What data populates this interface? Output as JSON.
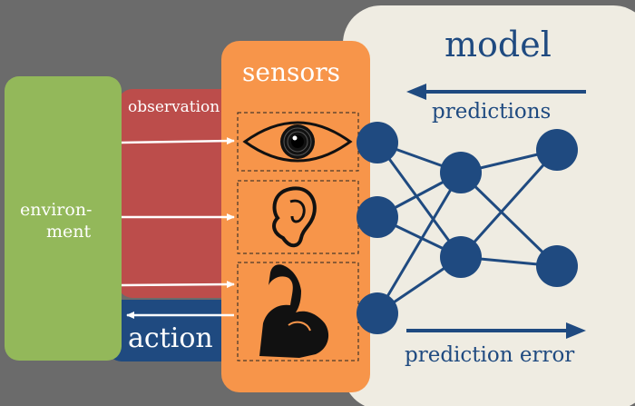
{
  "labels": {
    "model": "model",
    "sensors": "sensors",
    "observation": "observation",
    "environment_line1": "environ-",
    "environment_line2": "ment",
    "action": "action",
    "predictions": "predictions",
    "prediction_error": "prediction error"
  },
  "sensor_icons": [
    "eye-icon",
    "ear-icon",
    "muscle-arm-icon"
  ],
  "network": {
    "layer_sizes": [
      3,
      2,
      2
    ]
  },
  "colors": {
    "background": "#6b6b6b",
    "environment": "#93b85a",
    "observation": "#bc4d4b",
    "action": "#1f4a80",
    "sensors": "#f7954a",
    "model": "#efece2",
    "navy": "#1f4a80",
    "text_light": "#ffffff",
    "model_text": "#1f4a80"
  }
}
